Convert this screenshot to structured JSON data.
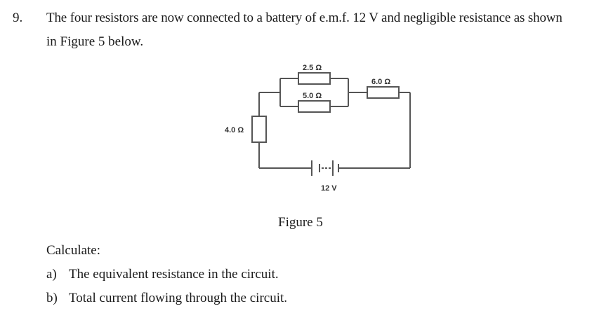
{
  "question": {
    "number": "9.",
    "line1": "The four resistors are now connected to a battery of e.m.f. 12 V and negligible resistance as shown",
    "line2": "in Figure 5 below."
  },
  "figure": {
    "caption": "Figure 5",
    "resistors": {
      "r1": "2.5 Ω",
      "r2": "5.0 Ω",
      "r3": "6.0 Ω",
      "r4": "4.0 Ω"
    },
    "battery": "12 V"
  },
  "tasks": {
    "intro": "Calculate:",
    "items": [
      {
        "label": "a)",
        "text": "The equivalent resistance in the circuit."
      },
      {
        "label": "b)",
        "text": "Total current flowing through the circuit."
      }
    ]
  }
}
